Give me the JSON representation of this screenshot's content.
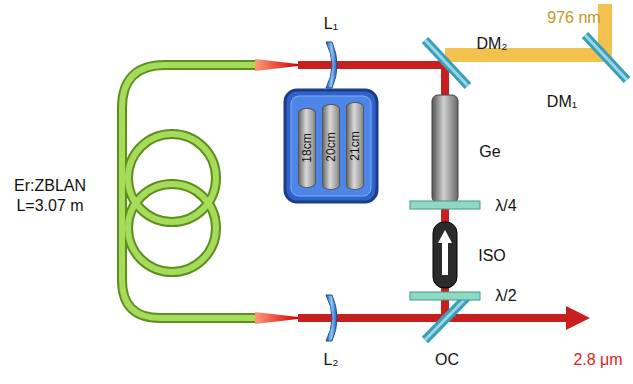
{
  "diagram": {
    "nodes": [
      {
        "text": [
          "18cm"
        ]
      },
      {
        "text": [
          "20cm"
        ]
      },
      {
        "text": [
          "21cm"
        ]
      }
    ],
    "labels": [
      "L₁",
      "DM₂",
      "976 nm",
      "DM₁",
      "Ge",
      "λ/4",
      "ISO",
      "λ/2",
      "L₂",
      "OC",
      "2.8 μm",
      "Er:ZBLAN",
      "L=3.07 m"
    ]
  }
}
